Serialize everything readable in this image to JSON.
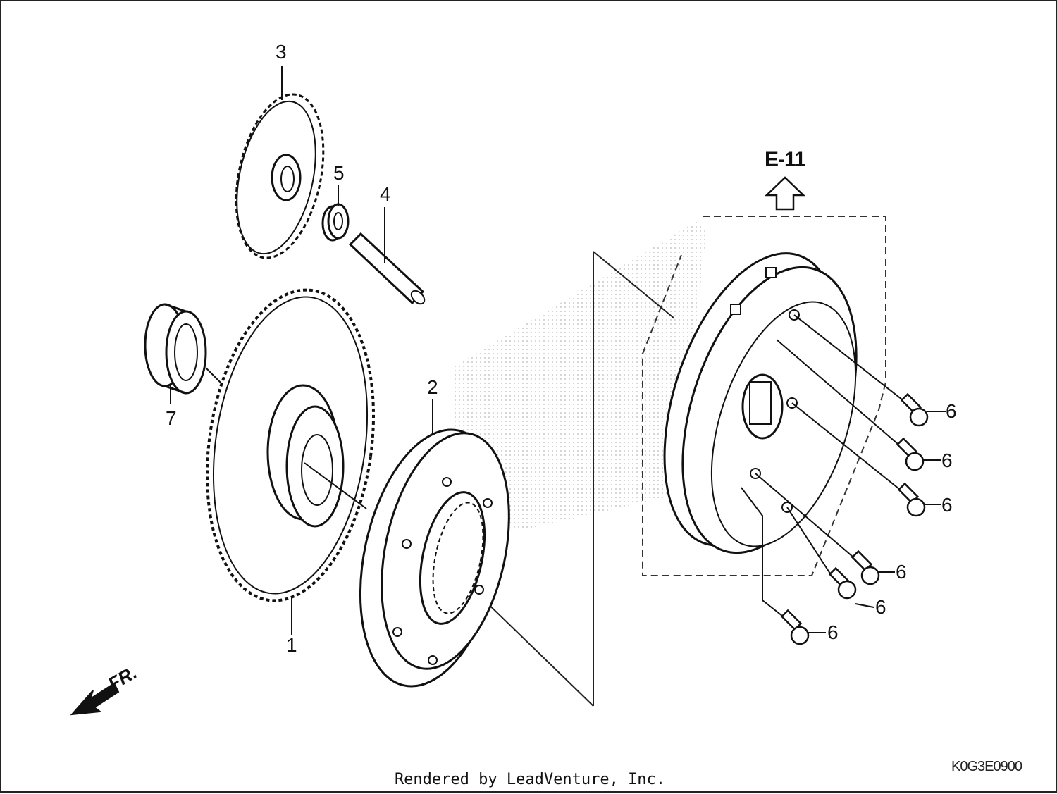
{
  "diagram": {
    "callouts": {
      "c1": "1",
      "c2": "2",
      "c3": "3",
      "c4": "4",
      "c5": "5",
      "c6": "6",
      "c7": "7"
    },
    "reference": "E-11",
    "direction": "FR.",
    "code": "K0G3E0900"
  },
  "footer": "Rendered by LeadVenture, Inc.",
  "colors": {
    "line": "#111111",
    "watermark": "#cccccc"
  }
}
